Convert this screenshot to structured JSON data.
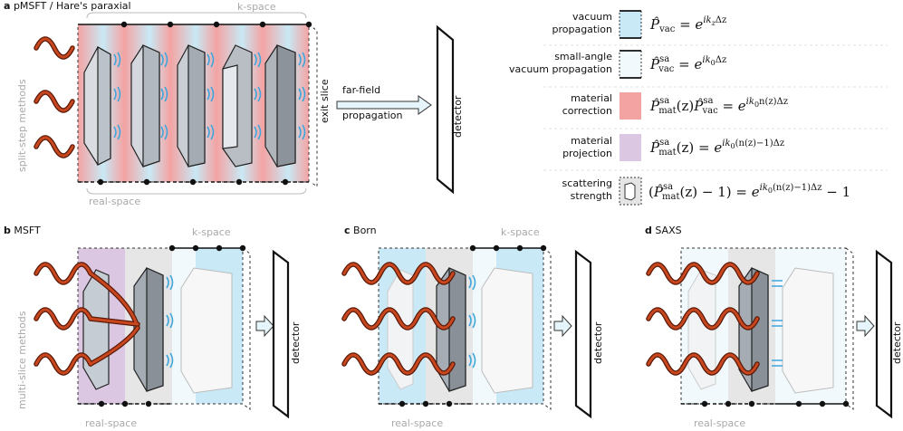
{
  "panels": {
    "a": {
      "letter": "a",
      "title": "pMSFT / Hare's paraxial"
    },
    "b": {
      "letter": "b",
      "title": "MSFT"
    },
    "c": {
      "letter": "c",
      "title": "Born"
    },
    "d": {
      "letter": "d",
      "title": "SAXS"
    }
  },
  "labels": {
    "k_space": "k-space",
    "real_space": "real-space",
    "detector": "detector",
    "exit_slice": "exit slice",
    "far_field_1": "far-field",
    "far_field_2": "propagation",
    "split_step": "split-step methods",
    "multi_slice": "multi-slice methods"
  },
  "legend": [
    {
      "line1": "vacuum",
      "line2": "propagation",
      "swatch": "#c8e9f5",
      "formula": "P̂vac = e^(ikzΔz)"
    },
    {
      "line1": "small-angle",
      "line2": "vacuum propagation",
      "swatch": "#f2f9fc",
      "formula": "P̂sa vac = e^(ik0Δz)"
    },
    {
      "line1": "material",
      "line2": "correction",
      "swatch": "#f4a3a3",
      "formula": "P̂sa mat(z) P̂sa vac = e^(ik0 n(z)Δz)"
    },
    {
      "line1": "material",
      "line2": "projection",
      "swatch": "#dcc7e3",
      "formula": "P̂sa mat(z) = e^(ik0(n(z)−1)Δz)"
    },
    {
      "line1": "scattering",
      "line2": "strength",
      "swatch": "#e5e5e5",
      "formula": "(P̂sa mat(z) − 1) = e^(ik0(n(z)−1)Δz) − 1"
    }
  ],
  "colors": {
    "vacuum": "#c8e9f5",
    "small_angle": "#f2f9fc",
    "material": "#f4a3a3",
    "projection": "#dcc7e3",
    "scatter": "#e5e5e5",
    "wave": "#b23a17",
    "ripple": "#3fa6dc"
  }
}
